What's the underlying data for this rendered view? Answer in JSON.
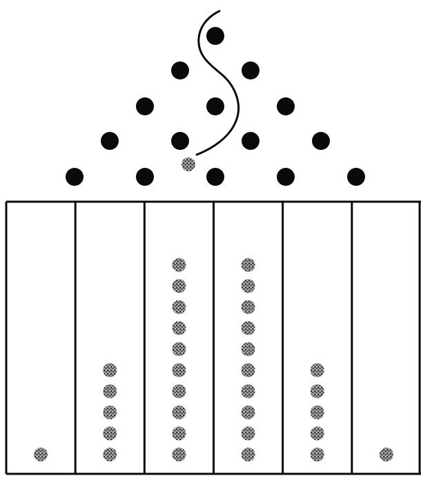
{
  "diagram": {
    "peg_rows": [
      1,
      2,
      3,
      4,
      5
    ],
    "bins": [
      {
        "balls": 1
      },
      {
        "balls": 5
      },
      {
        "balls": 10
      },
      {
        "balls": 10
      },
      {
        "balls": 5
      },
      {
        "balls": 1
      }
    ],
    "falling_ball_count": 1,
    "colors": {
      "peg": "#0a0a0a",
      "ball": "#7a7a7a",
      "line": "#0a0a0a",
      "background": "#ffffff"
    }
  }
}
